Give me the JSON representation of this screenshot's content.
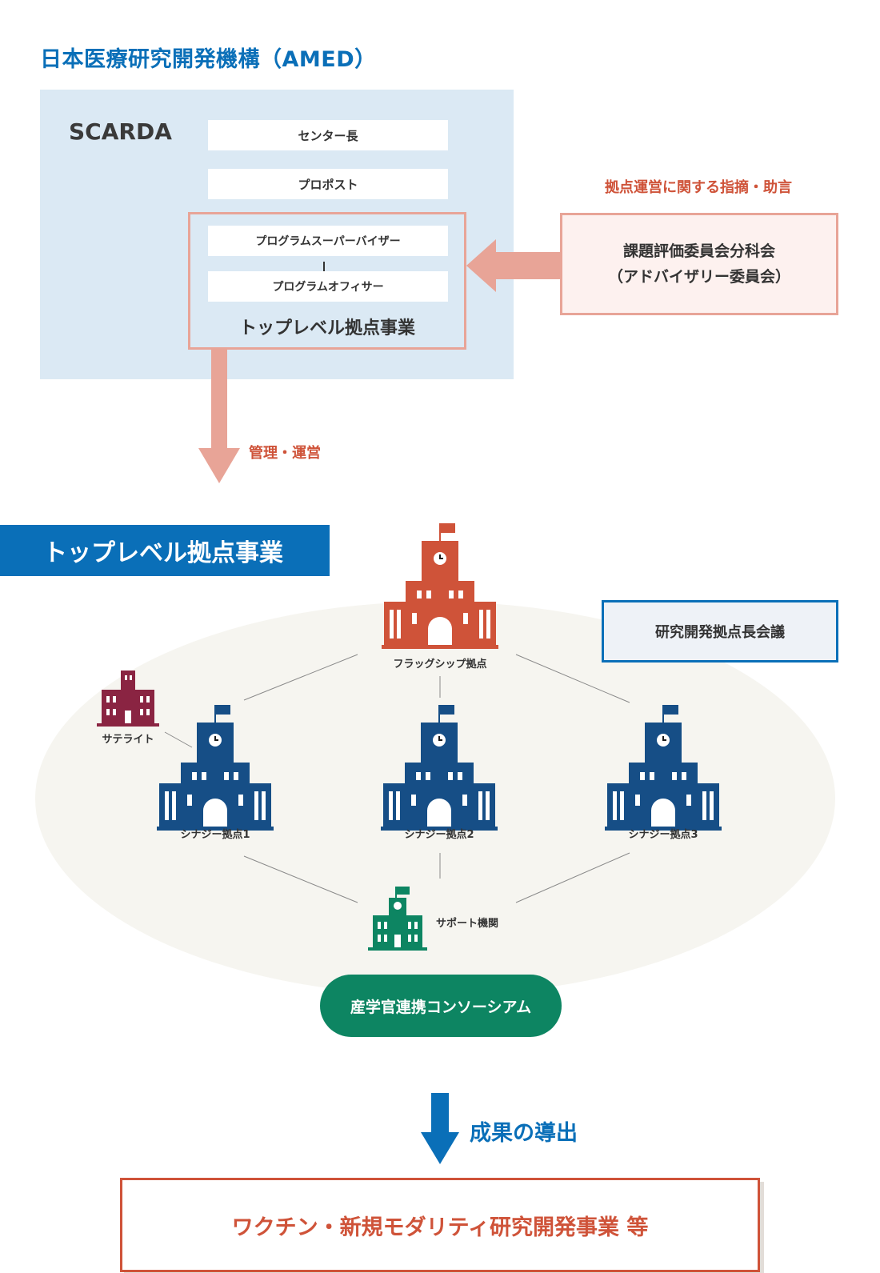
{
  "organization": {
    "title": "日本医療研究開発機構（AMED）",
    "unit": "SCARDA",
    "roles": [
      "センター長",
      "プロポスト"
    ],
    "program_roles": [
      "プログラムスーパーバイザー",
      "プログラムオフィサー"
    ],
    "program_name": "トップレベル拠点事業"
  },
  "advisory": {
    "arrow_label": "拠点運営に関する指摘・助言",
    "council_line1": "課題評価委員会分科会",
    "council_line2": "（アドバイザリー委員会）"
  },
  "management_label": "管理・運営",
  "program": {
    "banner": "トップレベル拠点事業",
    "meeting": "研究開発拠点長会議",
    "flagship": "フラッグシップ拠点",
    "satellite": "サテライト",
    "synergy": [
      "シナジー拠点1",
      "シナジー拠点2",
      "シナジー拠点3"
    ],
    "support": "サポート機関",
    "consortium": "産学官連携コンソーシアム"
  },
  "result_label": "成果の導出",
  "outcome": "ワクチン・新規モダリティ研究開発事業 等",
  "colors": {
    "brand_blue": "#0a6fb8",
    "accent_red": "#cf5339",
    "arrow_pink": "#e8a497",
    "flagship_red": "#cf5339",
    "synergy_navy": "#164e86",
    "satellite_maroon": "#8a2442",
    "support_green": "#0d8562"
  }
}
